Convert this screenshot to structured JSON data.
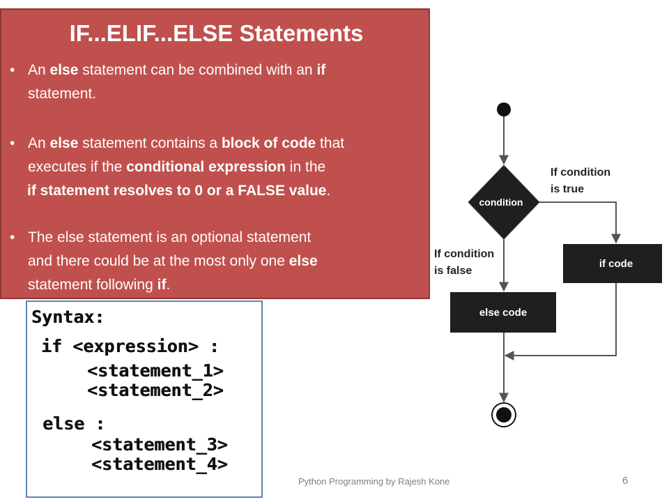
{
  "slide": {
    "title": "IF...ELIF...ELSE Statements",
    "bullets": [
      {
        "lines": [
          [
            {
              "t": "An "
            },
            {
              "t": "else",
              "b": true
            },
            {
              "t": " statement can be combined with an "
            },
            {
              "t": "if",
              "b": true
            }
          ],
          [
            {
              "t": "statement."
            }
          ]
        ]
      },
      {
        "lines": [
          [
            {
              "t": "An "
            },
            {
              "t": "else",
              "b": true
            },
            {
              "t": " statement contains a "
            },
            {
              "t": "block of code",
              "b": true
            },
            {
              "t": " that"
            }
          ],
          [
            {
              "t": "executes if the "
            },
            {
              "t": "conditional expression",
              "b": true
            },
            {
              "t": " in the"
            }
          ],
          [
            {
              "t": "if statement resolves to 0 or a FALSE value",
              "b": true
            },
            {
              "t": "."
            }
          ]
        ]
      },
      {
        "lines": [
          [
            {
              "t": "The else statement is an optional statement"
            }
          ],
          [
            {
              "t": "and there could be at the most only one "
            },
            {
              "t": "else",
              "b": true
            }
          ],
          [
            {
              "t": "statement following "
            },
            {
              "t": "if",
              "b": true
            },
            {
              "t": "."
            }
          ]
        ]
      }
    ],
    "footer": "Python Programming by Rajesh Kone",
    "page_number": "6"
  },
  "syntax": {
    "heading": "Syntax:",
    "if_line": "if <expression> :",
    "stmt1": "<statement_1>",
    "stmt2": "<statement_2>",
    "else_line": "else :",
    "stmt3": "<statement_3>",
    "stmt4": "<statement_4>"
  },
  "flowchart": {
    "condition_label": "condition",
    "true_label_1": "If condition",
    "true_label_2": "is true",
    "false_label_1": "If condition",
    "false_label_2": "is false",
    "if_code_label": "if code",
    "else_code_label": "else code",
    "colors": {
      "box": "#1f1f1f",
      "line": "#555555",
      "text_on_dark": "#ffffff"
    }
  }
}
